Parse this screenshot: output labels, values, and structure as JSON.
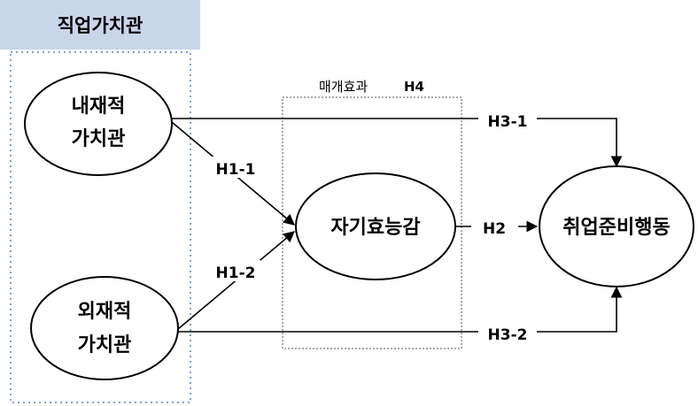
{
  "group_title": "직업가치관",
  "mediation_label": "매개효과",
  "mediation_hypothesis": "H4",
  "nodes": {
    "intrinsic": {
      "line1": "내재적",
      "line2": "가치관"
    },
    "extrinsic": {
      "line1": "외재적",
      "line2": "가치관"
    },
    "self_efficacy": {
      "label": "자기효능감"
    },
    "job_prep": {
      "label": "취업준비행동"
    }
  },
  "paths": {
    "h1_1": "H1-1",
    "h1_2": "H1-2",
    "h2": "H2",
    "h3_1": "H3-1",
    "h3_2": "H3-2"
  },
  "colors": {
    "header_fill": "#c9d6ea",
    "group_border": "#7fa0cf",
    "stroke": "#000000"
  }
}
